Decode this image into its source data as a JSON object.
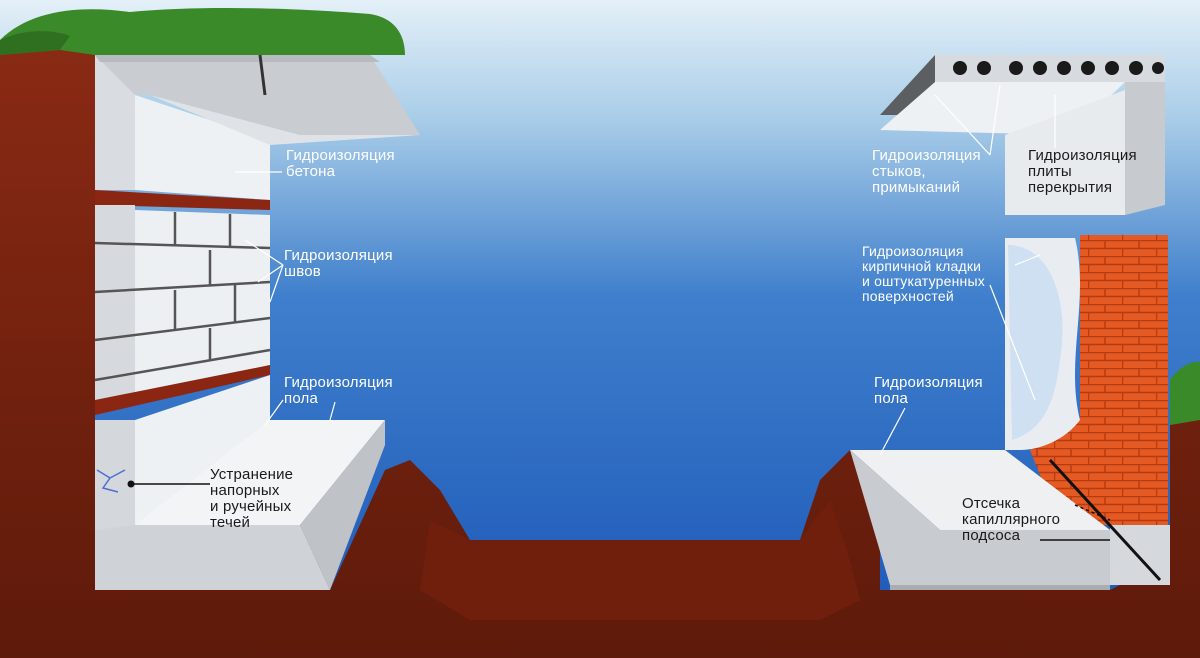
{
  "labels": {
    "concrete": [
      "Гидроизоляция",
      "бетона"
    ],
    "seams": [
      "Гидроизоляция",
      "швов"
    ],
    "floor_left": [
      "Гидроизоляция",
      "пола"
    ],
    "leaks": [
      "Устранение",
      "напорных",
      "и ручейных",
      "течей"
    ],
    "joints": [
      "Гидроизоляция",
      "стыков,",
      "примыканий"
    ],
    "slab": [
      "Гидроизоляция",
      "плиты",
      "перекрытия"
    ],
    "brick": [
      "Гидроизоляция",
      "кирпичной кладки",
      "и оштукатуренных",
      "поверхностей"
    ],
    "floor_right": [
      "Гидроизоляция",
      "пола"
    ],
    "capillary": [
      "Отсечка",
      "капиллярного",
      "подсоса"
    ]
  },
  "colors": {
    "sky_top": "#dfeef8",
    "sky_bottom": "#1f5fbf",
    "soil": "#7a2210",
    "grass": "#3c8a2c",
    "block": "#e9ecef",
    "brick": "#e2551f"
  }
}
